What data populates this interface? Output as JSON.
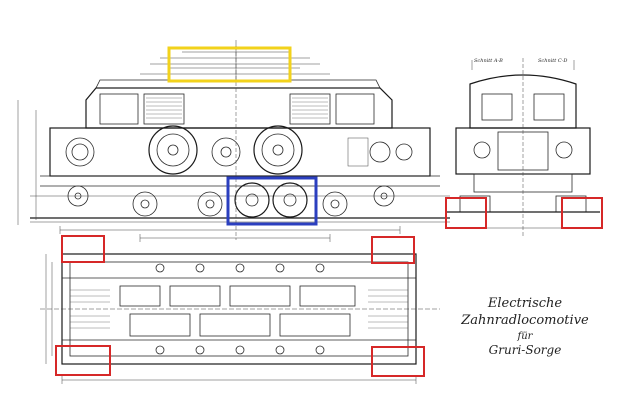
{
  "annotation_colors": {
    "yellow": "#f2d21b",
    "blue": "#2b3fbf",
    "red": "#d62828"
  },
  "title": {
    "line1": "Electrische Zahnradlocomotive",
    "line2": "für",
    "line3": "Gruri-Sorge"
  },
  "view_labels": {
    "front_left": "Schnitt A-B",
    "front_right": "Schnitt C-D"
  }
}
